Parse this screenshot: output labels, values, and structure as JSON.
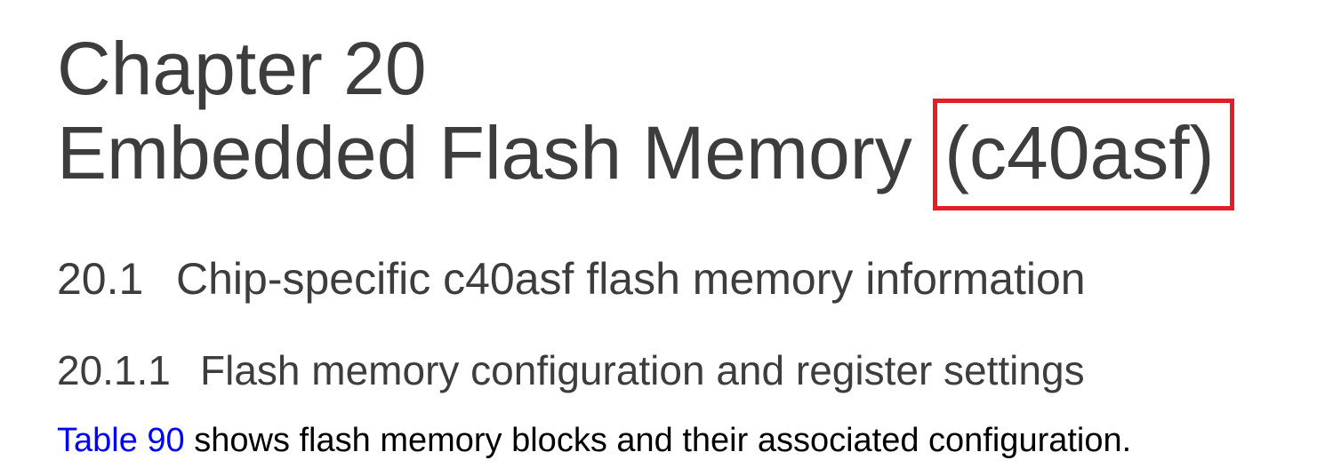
{
  "page": {
    "background_color": "#ffffff",
    "body_text_color": "#000000",
    "heading_text_color": "#3d3d3d"
  },
  "chapter_heading": {
    "line1": "Chapter 20",
    "line2": "Embedded Flash Memory",
    "highlighted_term": "(c40asf)",
    "highlight_box_color": "#e41e28"
  },
  "section_heading": {
    "number": "20.1",
    "title": "Chip-specific c40asf flash memory information"
  },
  "subsection_heading": {
    "number": "20.1.1",
    "title": "Flash memory configuration and register settings"
  },
  "body_paragraph": {
    "link_text": "Table 90",
    "link_color": "#0000ff",
    "text_after_link": " shows flash memory blocks and their associated configuration."
  }
}
